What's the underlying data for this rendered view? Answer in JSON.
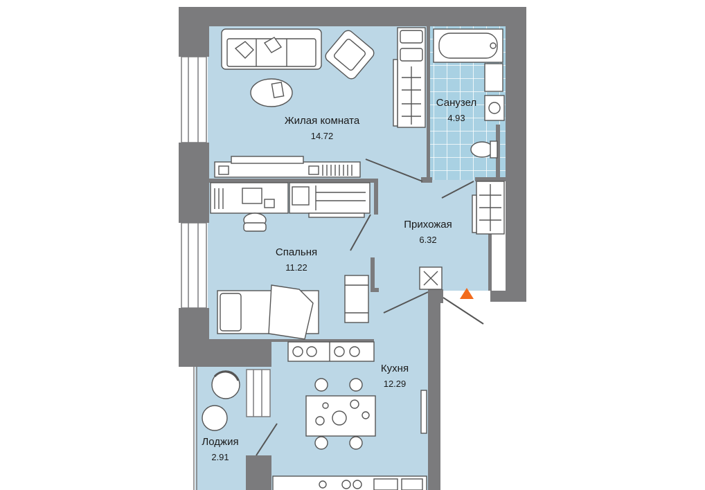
{
  "rooms": {
    "living": {
      "name": "Жилая комната",
      "area": "14.72"
    },
    "bathroom": {
      "name": "Санузел",
      "area": "4.93"
    },
    "hallway": {
      "name": "Прихожая",
      "area": "6.32"
    },
    "bedroom": {
      "name": "Спальня",
      "area": "11.22"
    },
    "kitchen": {
      "name": "Кухня",
      "area": "12.29"
    },
    "loggia": {
      "name": "Лоджия",
      "area": "2.91"
    }
  },
  "colors": {
    "wall": "#7b7b7d",
    "floor": "#bcd7e6",
    "tile": "#a9d1e3",
    "furniture_fill": "#ffffff",
    "furniture_stroke": "#555555",
    "entrance_marker": "#f26b1d"
  },
  "icons": {
    "entrance": "triangle-up"
  }
}
